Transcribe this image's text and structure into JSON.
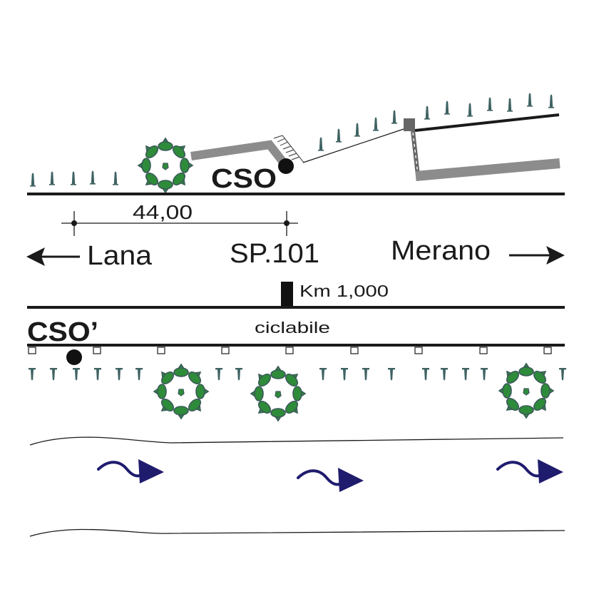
{
  "labels": {
    "cso": "CSO",
    "cso_prime": "CSO’",
    "distance": "44,00",
    "left_dest": "Lana",
    "road": "SP.101",
    "right_dest": "Merano",
    "km_marker": "Km 1,000",
    "bike_path": "ciclabile"
  },
  "colors": {
    "line": "#1a1a1a",
    "tree_fill": "#2e8b3a",
    "tree_edge": "#3c5a5a",
    "shrub": "#3f6262",
    "wall": "#8c8c8c",
    "flow_arrow": "#1f1c6e"
  },
  "icons": {
    "tree": "tree-crown-icon",
    "shrub": "shrub-icon",
    "flow": "flow-arrow-icon",
    "monitoring": "monitoring-point-icon"
  }
}
